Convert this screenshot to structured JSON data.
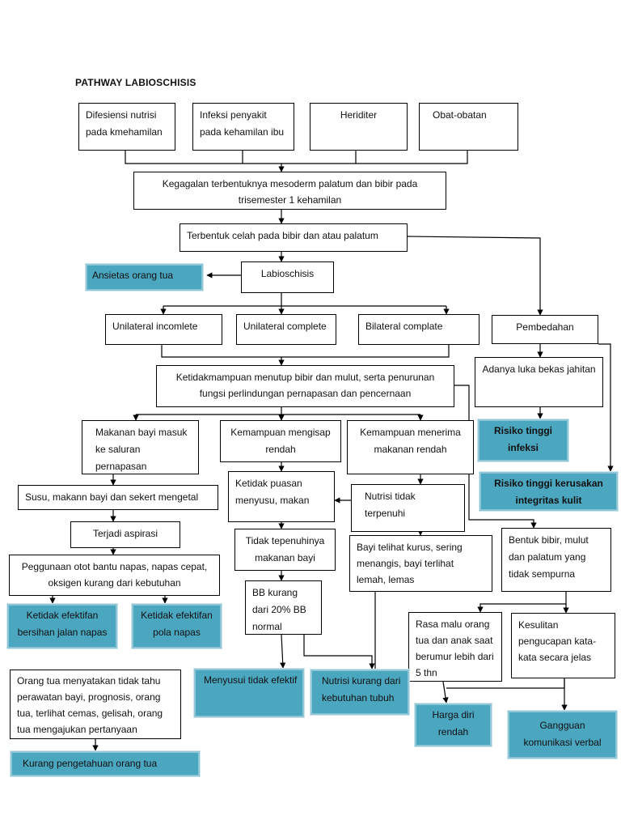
{
  "title": "PATHWAY LABIOSCHISIS",
  "nodes": {
    "n1": "Difesiensi nutrisi pada kmehamilan",
    "n2": "Infeksi penyakit pada kehamilan ibu",
    "n3": "Heriditer",
    "n4": "Obat-obatan",
    "n5": "Kegagalan terbentuknya mesoderm palatum dan bibir pada trisemester 1 kehamilan",
    "n6": "Terbentuk celah pada bibir dan atau palatum",
    "n7": "Labioschisis",
    "n8": "Ansietas orang tua",
    "n9": "Unilateral incomlete",
    "n10": "Unilateral complete",
    "n11": "Bilateral complate",
    "n12": "Pembedahan",
    "n13": "Adanya luka bekas jahitan",
    "n14": "Ketidakmampuan menutup bibir dan mulut, serta penurunan fungsi perlindungan pernapasan dan pencernaan",
    "n15": "Risiko tinggi infeksi",
    "n16": "Risiko tinggi kerusakan integritas kulit",
    "n17": "Makanan bayi masuk ke saluran pernapasan",
    "n18": "Kemampuan mengisap rendah",
    "n19": "Kemampuan menerima makanan rendah",
    "n20": "Susu, makann bayi dan sekert mengetal",
    "n21": "Ketidak puasan menyusu, makan",
    "n22": "Nutrisi tidak terpenuhi",
    "n23": "Terjadi aspirasi",
    "n24": "Tidak tepenuhinya makanan bayi",
    "n25": "Bayi telihat kurus, sering menangis, bayi terlihat lemah, lemas",
    "n26": "Bentuk bibir, mulut dan palatum yang tidak sempurna",
    "n27": "Peggunaan otot bantu napas, napas cepat, oksigen kurang dari kebutuhan",
    "n28": "BB kurang dari 20% BB normal",
    "n29": "Rasa malu orang tua dan anak saat berumur lebih dari 5 thn",
    "n30": "Kesulitan pengucapan kata-kata secara jelas",
    "n31": "Ketidak efektifan bersihan jalan napas",
    "n32": "Ketidak efektifan pola napas",
    "n33": "Orang tua menyatakan tidak tahu perawatan bayi, prognosis, orang tua, terlihat cemas, gelisah, orang tua mengajukan pertanyaan",
    "n34": "Menyusui tidak efektif",
    "n35": "Nutrisi kurang dari kebutuhan tubuh",
    "n36": "Harga diri rendah",
    "n37": "Gangguan komunikasi verbal",
    "n38": "Kurang pengetahuan orang tua"
  }
}
